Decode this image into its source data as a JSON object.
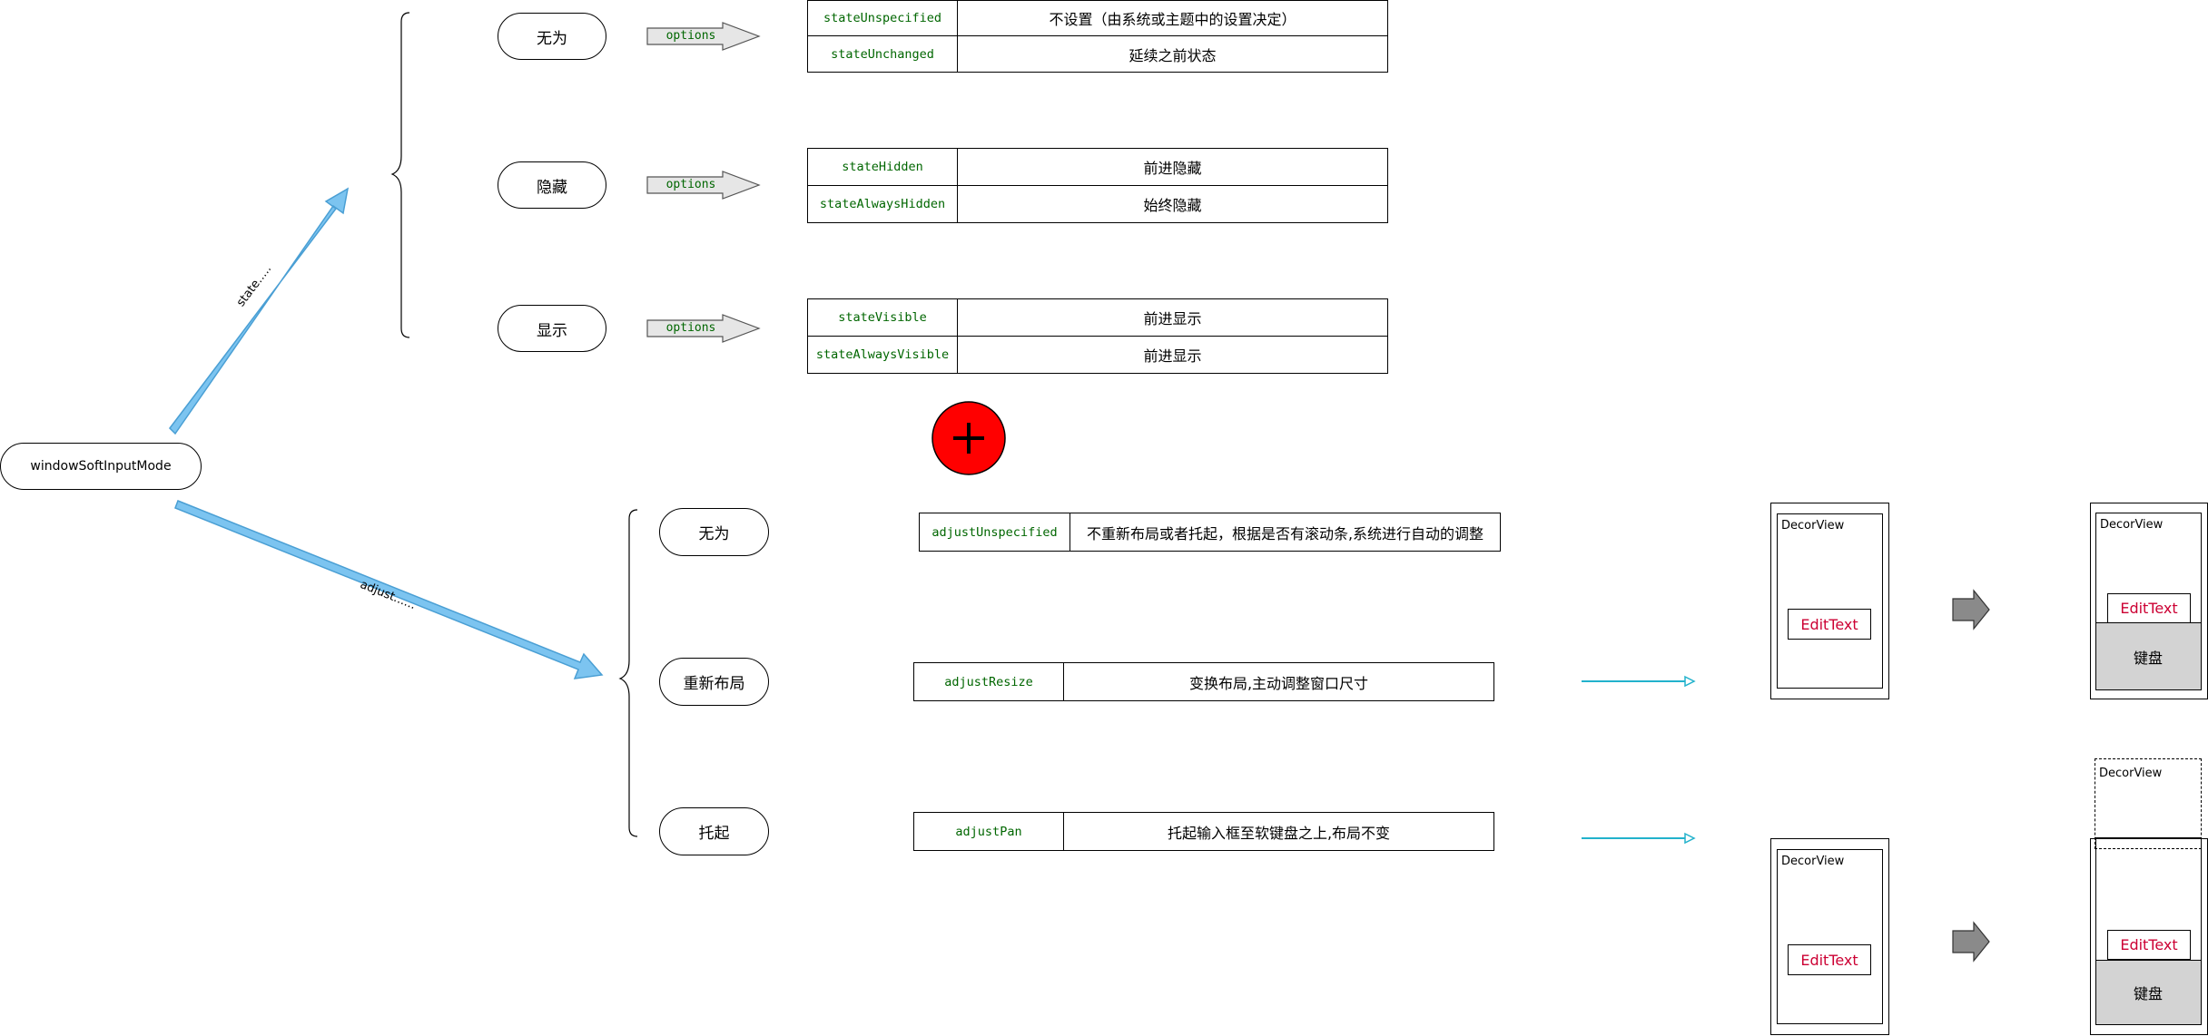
{
  "root": {
    "label": "windowSoftInputMode"
  },
  "branches": {
    "state_label": "state.....",
    "adjust_label": "adjust......"
  },
  "colors": {
    "key_text": "#006600",
    "edit_text": "#cc0033",
    "branch_arrow": "#7cc4f0",
    "plus_circle": "#ff0000",
    "keyboard": "#d3d3d3",
    "cyan_arrow": "#22b2cc"
  },
  "state": {
    "options_label": "options",
    "groups": [
      {
        "label": "无为",
        "rows": [
          {
            "key": "stateUnspecified",
            "value": "不设置（由系统或主题中的设置决定）"
          },
          {
            "key": "stateUnchanged",
            "value": "延续之前状态"
          }
        ]
      },
      {
        "label": "隐藏",
        "rows": [
          {
            "key": "stateHidden",
            "value": "前进隐藏"
          },
          {
            "key": "stateAlwaysHidden",
            "value": "始终隐藏"
          }
        ]
      },
      {
        "label": "显示",
        "rows": [
          {
            "key": "stateVisible",
            "value": "前进显示"
          },
          {
            "key": "stateAlwaysVisible",
            "value": "前进显示"
          }
        ]
      }
    ]
  },
  "plus": {
    "icon": "plus-icon"
  },
  "adjust": {
    "groups": [
      {
        "label": "无为",
        "key": "adjustUnspecified",
        "value": "不重新布局或者托起，根据是否有滚动条,系统进行自动的调整"
      },
      {
        "label": "重新布局",
        "key": "adjustResize",
        "value": "变换布局,主动调整窗口尺寸"
      },
      {
        "label": "托起",
        "key": "adjustPan",
        "value": "托起输入框至软键盘之上,布局不变"
      }
    ]
  },
  "illustration": {
    "decor_view": "DecorView",
    "edit_text": "EditText",
    "keyboard": "键盘"
  }
}
